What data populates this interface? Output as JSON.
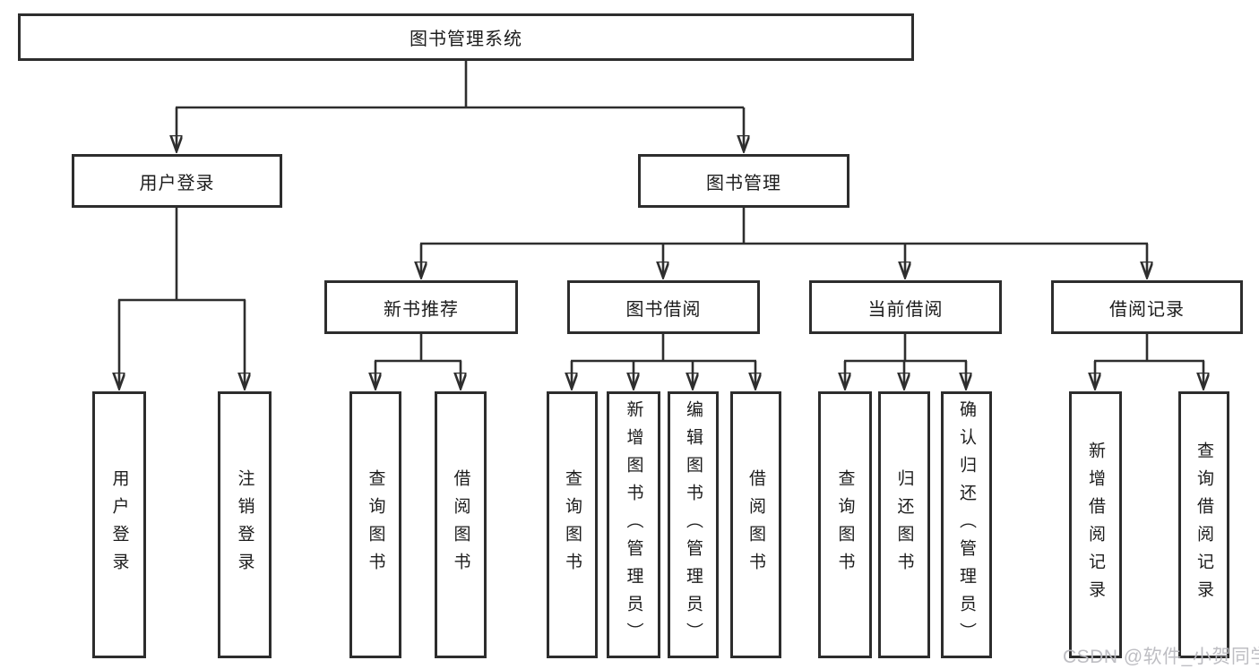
{
  "tree": {
    "label": "图书管理系统",
    "children": [
      {
        "label": "用户登录",
        "children": [
          {
            "label": "用户登录"
          },
          {
            "label": "注销登录"
          }
        ]
      },
      {
        "label": "图书管理",
        "children": [
          {
            "label": "新书推荐",
            "children": [
              {
                "label": "查询图书"
              },
              {
                "label": "借阅图书"
              }
            ]
          },
          {
            "label": "图书借阅",
            "children": [
              {
                "label": "查询图书"
              },
              {
                "label": "新增图书（管理员）"
              },
              {
                "label": "编辑图书（管理员）"
              },
              {
                "label": "借阅图书"
              }
            ]
          },
          {
            "label": "当前借阅",
            "children": [
              {
                "label": "查询图书"
              },
              {
                "label": "归还图书"
              },
              {
                "label": "确认归还（管理员）"
              }
            ]
          },
          {
            "label": "借阅记录",
            "children": [
              {
                "label": "新增借阅记录"
              },
              {
                "label": "查询借阅记录"
              }
            ]
          }
        ]
      }
    ]
  },
  "watermark": {
    "text": "CSDN @软件_小贺同学"
  },
  "colors": {
    "line": "#2e2e2e",
    "box_border": "#2d2d2d",
    "box_background": "#ffffff",
    "watermark": "#babac0"
  }
}
